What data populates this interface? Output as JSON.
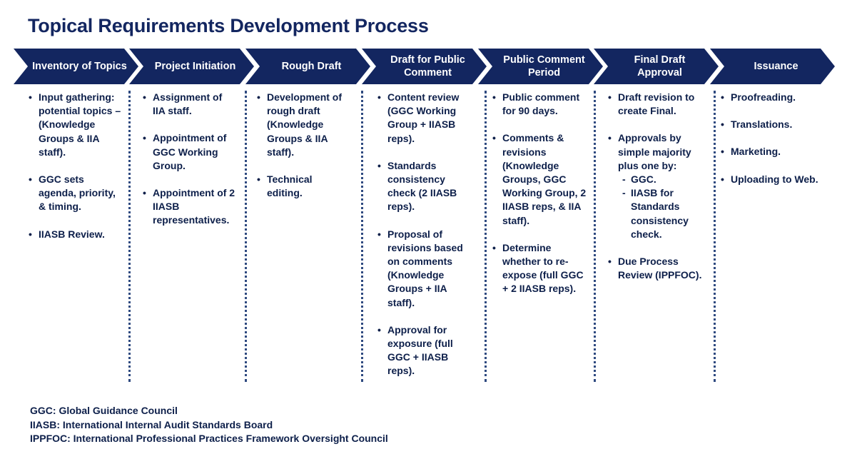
{
  "title": "Topical Requirements Development Process",
  "colors": {
    "chevron_fill": "#132660",
    "chevron_text": "#ffffff",
    "body_text": "#0d1f4a",
    "divider": "#2f4a80"
  },
  "stages": [
    {
      "name": "Inventory of Topics",
      "bullets": [
        {
          "text": "Input gathering: potential topics – (Knowledge Groups & IIA staff)."
        },
        {
          "text": "GGC sets agenda, priority, & timing."
        },
        {
          "text": "IIASB Review."
        }
      ]
    },
    {
      "name": "Project Initiation",
      "bullets": [
        {
          "text": "Assignment of IIA staff."
        },
        {
          "text": "Appointment of GGC Working Group."
        },
        {
          "text": "Appointment of 2 IIASB representatives."
        }
      ]
    },
    {
      "name": "Rough Draft",
      "bullets": [
        {
          "text": "Development of rough draft (Knowledge Groups & IIA staff)."
        },
        {
          "text": "Technical editing."
        }
      ]
    },
    {
      "name": "Draft for Public Comment",
      "bullets": [
        {
          "text": "Content review (GGC Working Group + IIASB reps)."
        },
        {
          "text": "Standards consistency check (2 IIASB reps)."
        },
        {
          "text": "Proposal of revisions based on comments (Knowledge Groups + IIA staff)."
        },
        {
          "text": "Approval for exposure (full GGC + IIASB reps)."
        }
      ]
    },
    {
      "name": "Public Comment Period",
      "bullets": [
        {
          "text": "Public comment for 90 days."
        },
        {
          "text": "Comments & revisions (Knowledge Groups, GGC Working Group, 2 IIASB reps, & IIA staff)."
        },
        {
          "text": "Determine whether to re-expose (full GGC + 2 IIASB reps)."
        }
      ]
    },
    {
      "name": "Final Draft Approval",
      "bullets": [
        {
          "text": "Draft revision to create Final."
        },
        {
          "text": "Approvals by  simple majority plus one by:",
          "sub": [
            "GGC.",
            "IIASB for Standards consistency check."
          ]
        },
        {
          "text": "Due Process Review (IPPFOC)."
        }
      ]
    },
    {
      "name": "Issuance",
      "bullets": [
        {
          "text": "Proofreading."
        },
        {
          "text": "Translations."
        },
        {
          "text": "Marketing."
        },
        {
          "text": "Uploading to Web."
        }
      ]
    }
  ],
  "legend": [
    "GGC: Global Guidance Council",
    "IIASB: International Internal Audit Standards Board",
    "IPPFOC: International Professional Practices Framework Oversight Council"
  ]
}
